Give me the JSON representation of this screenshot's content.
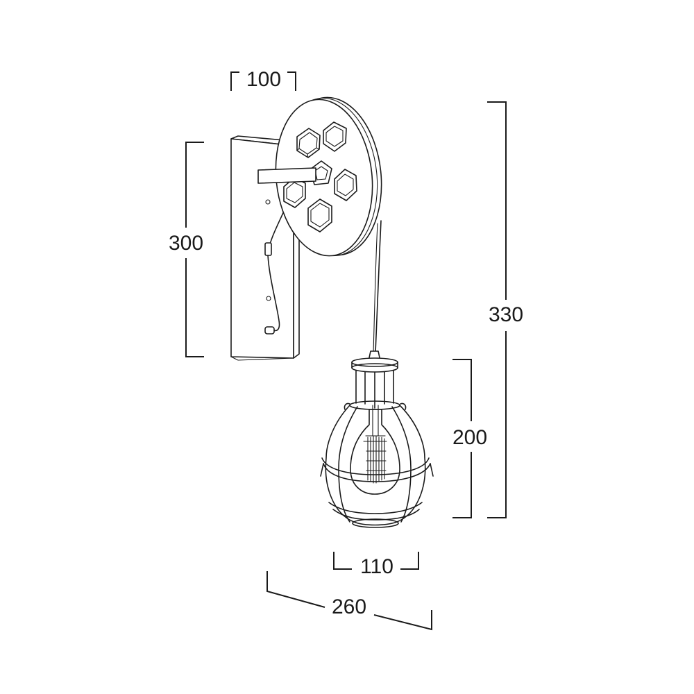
{
  "dimensions": {
    "backplate_width": "100",
    "backplate_height": "300",
    "total_height": "330",
    "shade_height": "200",
    "shade_width": "110",
    "total_depth": "260"
  },
  "colors": {
    "line": "#1a1a1a",
    "background": "#ffffff"
  }
}
